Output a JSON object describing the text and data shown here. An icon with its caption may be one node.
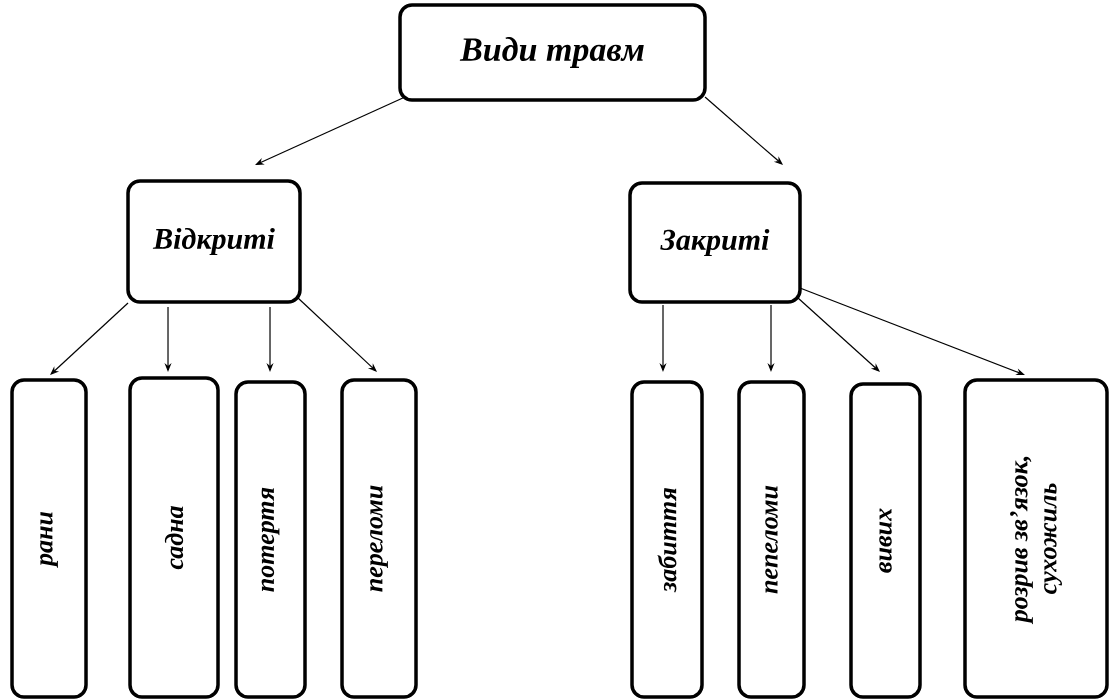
{
  "diagram": {
    "nodes": [
      {
        "text": [
          "Види травм"
        ]
      },
      {
        "text": [
          "Відкриті"
        ]
      },
      {
        "text": [
          "Закриті"
        ]
      },
      {
        "text": [
          "рани"
        ]
      },
      {
        "text": [
          "садна"
        ]
      },
      {
        "text": [
          "потертя"
        ]
      },
      {
        "text": [
          "переломи"
        ]
      },
      {
        "text": [
          "забиття"
        ]
      },
      {
        "text": [
          "пепеломи"
        ]
      },
      {
        "text": [
          "вивих"
        ]
      },
      {
        "text": [
          "розрив зв’язок, сухожиль"
        ]
      }
    ],
    "edges": [
      {
        "from": 0,
        "to": 1,
        "arrow": "to"
      },
      {
        "from": 0,
        "to": 2,
        "arrow": "to"
      },
      {
        "from": 1,
        "to": 3,
        "arrow": "to"
      },
      {
        "from": 1,
        "to": 4,
        "arrow": "to"
      },
      {
        "from": 1,
        "to": 5,
        "arrow": "to"
      },
      {
        "from": 1,
        "to": 6,
        "arrow": "to"
      },
      {
        "from": 2,
        "to": 7,
        "arrow": "to"
      },
      {
        "from": 2,
        "to": 8,
        "arrow": "to"
      },
      {
        "from": 2,
        "to": 9,
        "arrow": "to"
      },
      {
        "from": 2,
        "to": 10,
        "arrow": "to"
      }
    ]
  }
}
